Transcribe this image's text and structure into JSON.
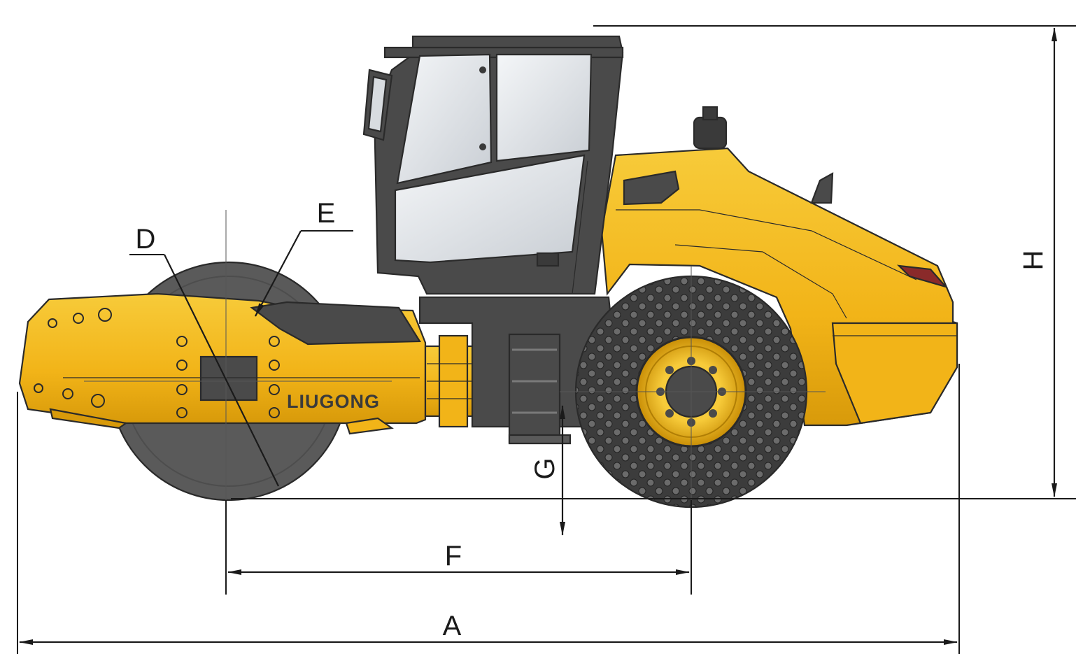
{
  "diagram": {
    "brand_logo_text": "LIUGONG",
    "dimension_labels": {
      "A": "A",
      "D": "D",
      "E": "E",
      "F": "F",
      "G": "G",
      "H": "H"
    },
    "colors": {
      "body_yellow": "#F2B418",
      "body_yellow_light": "#F7CB3A",
      "body_yellow_dark": "#D89A0A",
      "drum_gray": "#5A5A5A",
      "frame_gray": "#4A4A4A",
      "glass": "#E4E8EC",
      "tire": "#3C3C3C",
      "line": "#1A1A1A"
    }
  }
}
